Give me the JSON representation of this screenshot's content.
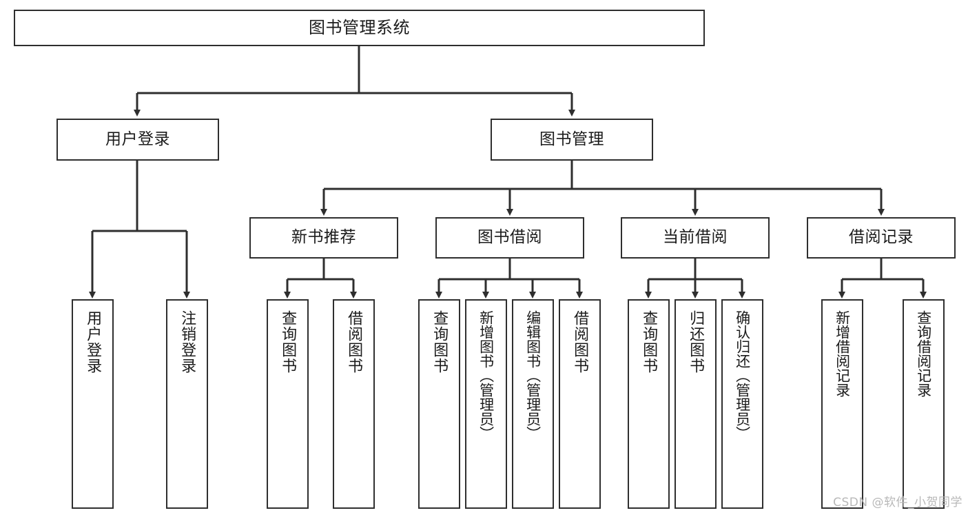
{
  "diagram": {
    "title": "图书管理系统",
    "type": "tree-hierarchy-chart",
    "watermark": "CSDN @软件_小贺同学",
    "colors": {
      "stroke": "#2e2e2e",
      "fill": "#ffffff",
      "text": "#1b1b1b",
      "watermark": "#b8b8b8"
    },
    "nodes": {
      "root": {
        "label": "图书管理系统"
      },
      "level2": [
        {
          "label": "用户登录"
        },
        {
          "label": "图书管理"
        }
      ],
      "level3": [
        {
          "label": "新书推荐"
        },
        {
          "label": "图书借阅"
        },
        {
          "label": "当前借阅"
        },
        {
          "label": "借阅记录"
        }
      ],
      "leaves_user_login": [
        {
          "label": "用户登录"
        },
        {
          "label": "注销登录"
        }
      ],
      "leaves_new_book": [
        {
          "label": "查询图书"
        },
        {
          "label": "借阅图书"
        }
      ],
      "leaves_borrow": [
        {
          "label": "查询图书"
        },
        {
          "label": "新增图书（管理员）"
        },
        {
          "label": "编辑图书（管理员）"
        },
        {
          "label": "借阅图书"
        }
      ],
      "leaves_current": [
        {
          "label": "查询图书"
        },
        {
          "label": "归还图书"
        },
        {
          "label": "确认归还（管理员）"
        }
      ],
      "leaves_record": [
        {
          "label": "新增借阅记录"
        },
        {
          "label": "查询借阅记录"
        }
      ]
    }
  }
}
